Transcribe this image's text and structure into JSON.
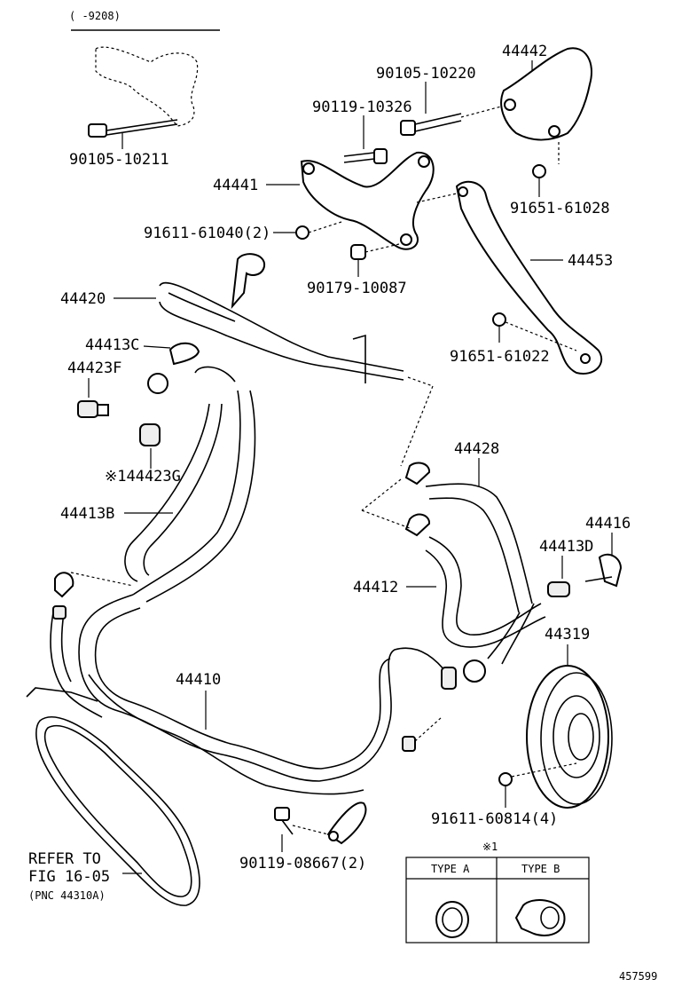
{
  "header_note": "(      -9208)",
  "figure_number": "457599",
  "labels": {
    "p_90105_10211": "90105-10211",
    "p_90105_10220": "90105-10220",
    "p_44442": "44442",
    "p_90119_10326": "90119-10326",
    "p_44441": "44441",
    "p_91651_61028": "91651-61028",
    "p_91611_61040": "91611-61040(2)",
    "p_44453": "44453",
    "p_90179_10087": "90179-10087",
    "p_44420": "44420",
    "p_91651_61022": "91651-61022",
    "p_44413c": "44413C",
    "p_44423f": "44423F",
    "p_44423g": "※144423G",
    "p_44428": "44428",
    "p_44413b": "44413B",
    "p_44416": "44416",
    "p_44413d": "44413D",
    "p_44412": "44412",
    "p_44319": "44319",
    "p_44410": "44410",
    "p_91611_60814": "91611-60814(4)",
    "p_90119_08667": "90119-08667(2)"
  },
  "refer_note": {
    "line1": "REFER TO",
    "line2": "FIG 16-05",
    "line3": "(PNC 44310A)"
  },
  "legend": {
    "marker": "※1",
    "type_a": "TYPE A",
    "type_b": "TYPE B"
  }
}
